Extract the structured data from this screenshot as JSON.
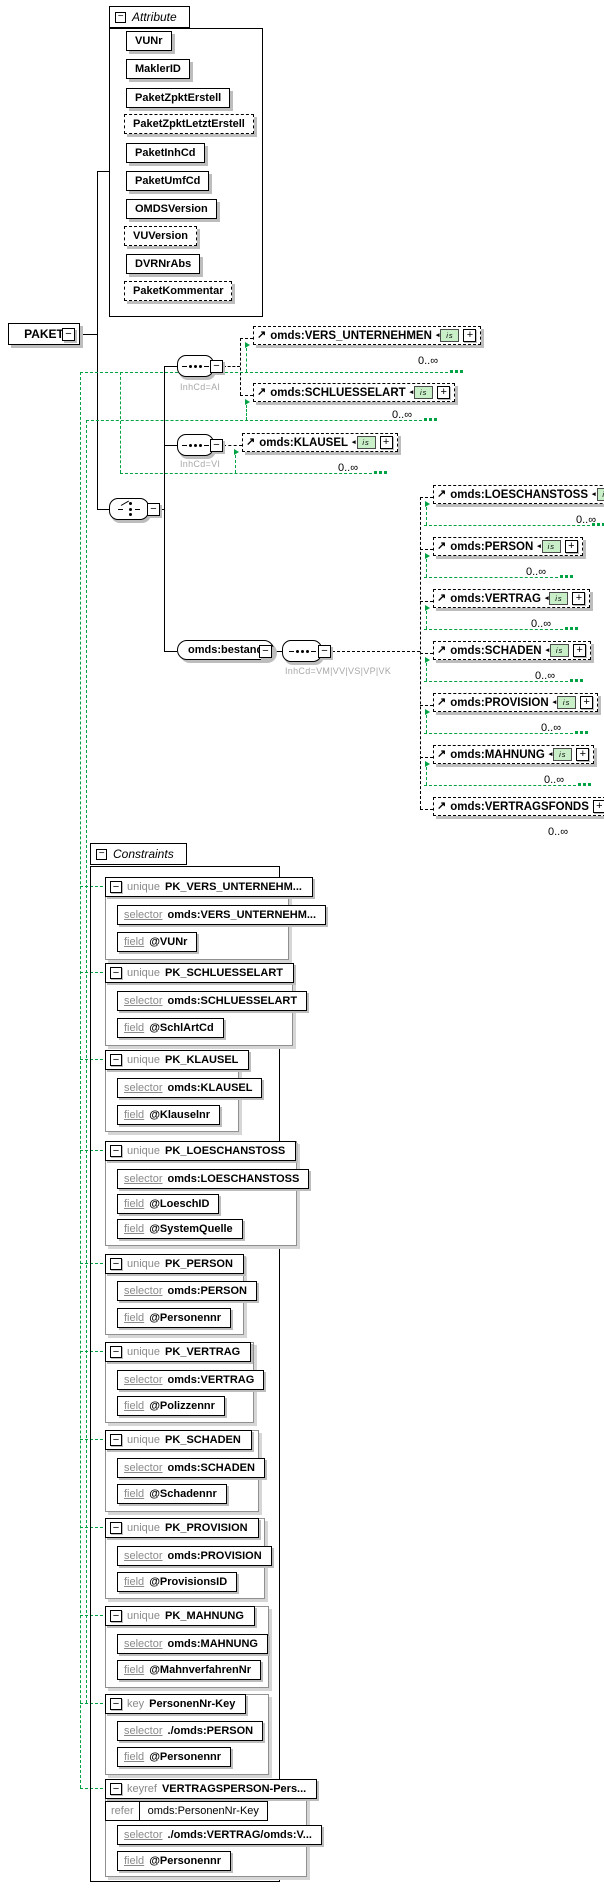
{
  "icons": {
    "minus": "−",
    "plus": "+",
    "ref_arrow": "↗",
    "badge_arrow": "◂"
  },
  "root": {
    "label": "PAKET"
  },
  "attrs": {
    "title": "Attribute",
    "items": [
      {
        "name": "VUNr",
        "optional": false
      },
      {
        "name": "MaklerID",
        "optional": false
      },
      {
        "name": "PaketZpktErstell",
        "optional": false
      },
      {
        "name": "PaketZpktLetztErstell",
        "optional": true
      },
      {
        "name": "PaketInhCd",
        "optional": false
      },
      {
        "name": "PaketUmfCd",
        "optional": false
      },
      {
        "name": "OMDSVersion",
        "optional": false
      },
      {
        "name": "VUVersion",
        "optional": true
      },
      {
        "name": "DVRNrAbs",
        "optional": false
      },
      {
        "name": "PaketKommentar",
        "optional": true
      }
    ]
  },
  "tree": {
    "compositors": [
      {
        "type": "sequence",
        "label": "InhCd=AI"
      },
      {
        "type": "sequence",
        "label": "InhCd=VI"
      },
      {
        "type": "choice",
        "label": ""
      },
      {
        "type": "sequence",
        "label": "InhCd=VM|VV|VS|VP|VK"
      }
    ],
    "bestand": {
      "name": "omds:bestand"
    },
    "elements": [
      {
        "name": "omds:VERS_UNTERNEHMEN",
        "occurs": "0..∞",
        "badge": "is"
      },
      {
        "name": "omds:SCHLUESSELART",
        "occurs": "0..∞",
        "badge": "is"
      },
      {
        "name": "omds:KLAUSEL",
        "occurs": "0..∞",
        "badge": "is"
      },
      {
        "name": "omds:LOESCHANSTOSS",
        "occurs": "0..∞",
        "badge": "is"
      },
      {
        "name": "omds:PERSON",
        "occurs": "0..∞",
        "badge": "is"
      },
      {
        "name": "omds:VERTRAG",
        "occurs": "0..∞",
        "badge": "is"
      },
      {
        "name": "omds:SCHADEN",
        "occurs": "0..∞",
        "badge": "is"
      },
      {
        "name": "omds:PROVISION",
        "occurs": "0..∞",
        "badge": "is"
      },
      {
        "name": "omds:MAHNUNG",
        "occurs": "0..∞",
        "badge": "is"
      },
      {
        "name": "omds:VERTRAGSFONDS",
        "occurs": "0..∞",
        "badge": ""
      }
    ]
  },
  "labels": {
    "selector": "selector",
    "field": "field",
    "refer": "refer"
  },
  "constraints": {
    "title": "Constraints",
    "items": [
      {
        "kind": "unique",
        "name": "PK_VERS_UNTERNEHM...",
        "selector": "omds:VERS_UNTERNEHM...",
        "fields": [
          "@VUNr"
        ]
      },
      {
        "kind": "unique",
        "name": "PK_SCHLUESSELART",
        "selector": "omds:SCHLUESSELART",
        "fields": [
          "@SchlArtCd"
        ]
      },
      {
        "kind": "unique",
        "name": "PK_KLAUSEL",
        "selector": "omds:KLAUSEL",
        "fields": [
          "@Klauselnr"
        ]
      },
      {
        "kind": "unique",
        "name": "PK_LOESCHANSTOSS",
        "selector": "omds:LOESCHANSTOSS",
        "fields": [
          "@LoeschID",
          "@SystemQuelle"
        ]
      },
      {
        "kind": "unique",
        "name": "PK_PERSON",
        "selector": "omds:PERSON",
        "fields": [
          "@Personennr"
        ]
      },
      {
        "kind": "unique",
        "name": "PK_VERTRAG",
        "selector": "omds:VERTRAG",
        "fields": [
          "@Polizzennr"
        ]
      },
      {
        "kind": "unique",
        "name": "PK_SCHADEN",
        "selector": "omds:SCHADEN",
        "fields": [
          "@Schadennr"
        ]
      },
      {
        "kind": "unique",
        "name": "PK_PROVISION",
        "selector": "omds:PROVISION",
        "fields": [
          "@ProvisionsID"
        ]
      },
      {
        "kind": "unique",
        "name": "PK_MAHNUNG",
        "selector": "omds:MAHNUNG",
        "fields": [
          "@MahnverfahrenNr"
        ]
      },
      {
        "kind": "key",
        "name": "PersonenNr-Key",
        "selector": "./omds:PERSON",
        "fields": [
          "@Personennr"
        ]
      },
      {
        "kind": "keyref",
        "name": "VERTRAGSPERSON-Pers...",
        "refer": "omds:PersonenNr-Key",
        "selector": "./omds:VERTRAG/omds:V...",
        "fields": [
          "@Personennr"
        ]
      }
    ]
  },
  "colors": {
    "accent_green": "#00a244",
    "shadow_gray": "#bdbdbd",
    "badge_bg": "#c9efc9"
  }
}
